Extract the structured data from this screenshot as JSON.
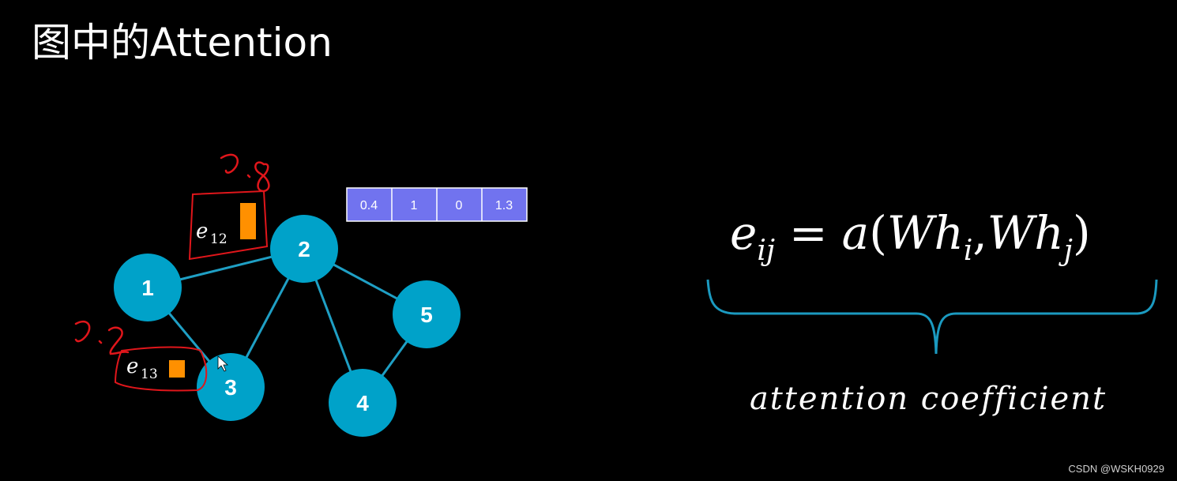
{
  "title": "图中的Attention",
  "graph": {
    "nodes": [
      "1",
      "2",
      "3",
      "4",
      "5"
    ],
    "edges": [
      [
        "1",
        "2"
      ],
      [
        "1",
        "3"
      ],
      [
        "2",
        "3"
      ],
      [
        "2",
        "4"
      ],
      [
        "2",
        "5"
      ],
      [
        "4",
        "5"
      ]
    ]
  },
  "feature_vector": [
    "0.4",
    "1",
    "0",
    "1.3"
  ],
  "edge_scores": [
    {
      "base": "e",
      "sub": "12",
      "handwritten": "0.8"
    },
    {
      "base": "e",
      "sub": "13",
      "handwritten": "0.2"
    }
  ],
  "formula": {
    "lhs_base": "e",
    "lhs_sub": "ij",
    "equals": "=",
    "func": "a",
    "open": "(",
    "w1": "W",
    "h1": "h",
    "sub1": "i",
    "comma": ",",
    "w2": "W",
    "h2": "h",
    "sub2": "j",
    "close": ")"
  },
  "caption": "attention coefficient",
  "watermark": "CSDN @WSKH0929",
  "colors": {
    "node": "#00a2c9",
    "edge": "#1f9fc4",
    "vector_fill": "#7173ef",
    "bar": "#ff9000",
    "annotation": "#e0161b",
    "brace": "#1b9ac0"
  }
}
